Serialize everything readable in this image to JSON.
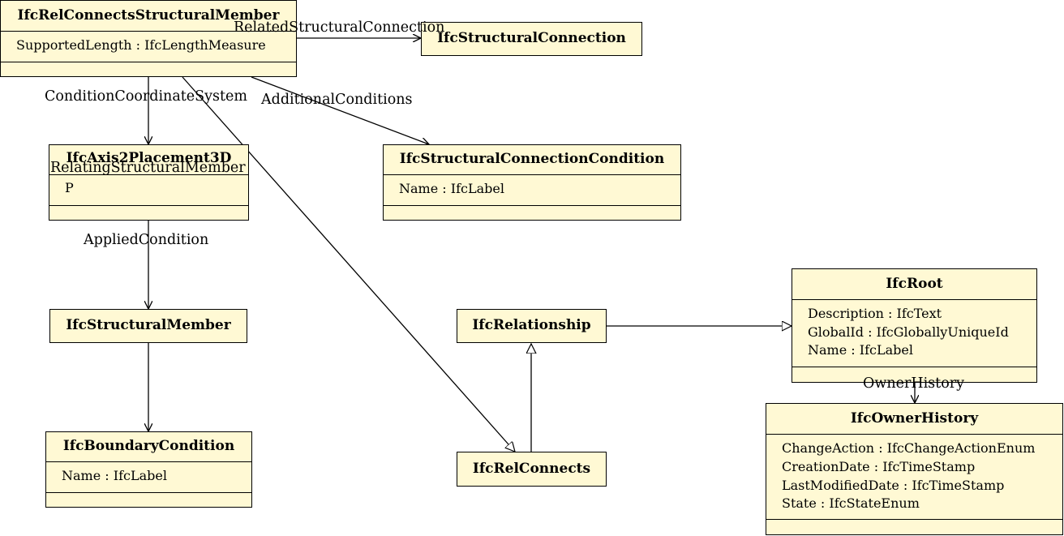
{
  "classes": {
    "rel_connects_structural_member": {
      "name": "IfcRelConnectsStructuralMember",
      "attributes": [
        "SupportedLength : IfcLengthMeasure"
      ]
    },
    "structural_connection": {
      "name": "IfcStructuralConnection"
    },
    "axis2placement3d": {
      "name": "IfcAxis2Placement3D",
      "attributes": [
        "P"
      ]
    },
    "structural_connection_condition": {
      "name": "IfcStructuralConnectionCondition",
      "attributes": [
        "Name : IfcLabel"
      ]
    },
    "structural_member": {
      "name": "IfcStructuralMember"
    },
    "relationship": {
      "name": "IfcRelationship"
    },
    "root": {
      "name": "IfcRoot",
      "attributes": [
        "Description : IfcText",
        "GlobalId : IfcGloballyUniqueId",
        "Name : IfcLabel"
      ]
    },
    "boundary_condition": {
      "name": "IfcBoundaryCondition",
      "attributes": [
        "Name : IfcLabel"
      ]
    },
    "rel_connects": {
      "name": "IfcRelConnects"
    },
    "owner_history": {
      "name": "IfcOwnerHistory",
      "attributes": [
        "ChangeAction : IfcChangeActionEnum",
        "CreationDate : IfcTimeStamp",
        "LastModifiedDate : IfcTimeStamp",
        "State : IfcStateEnum"
      ]
    }
  },
  "edge_labels": {
    "related_structural_connection": "RelatedStructuralConnection",
    "condition_coordinate_system": "ConditionCoordinateSystem",
    "additional_conditions": "AdditionalConditions",
    "relating_structural_member": "RelatingStructuralMember",
    "applied_condition": "AppliedCondition",
    "owner_history": "OwnerHistory"
  },
  "colors": {
    "box_fill": "#fff9d4",
    "stroke": "#000000"
  }
}
